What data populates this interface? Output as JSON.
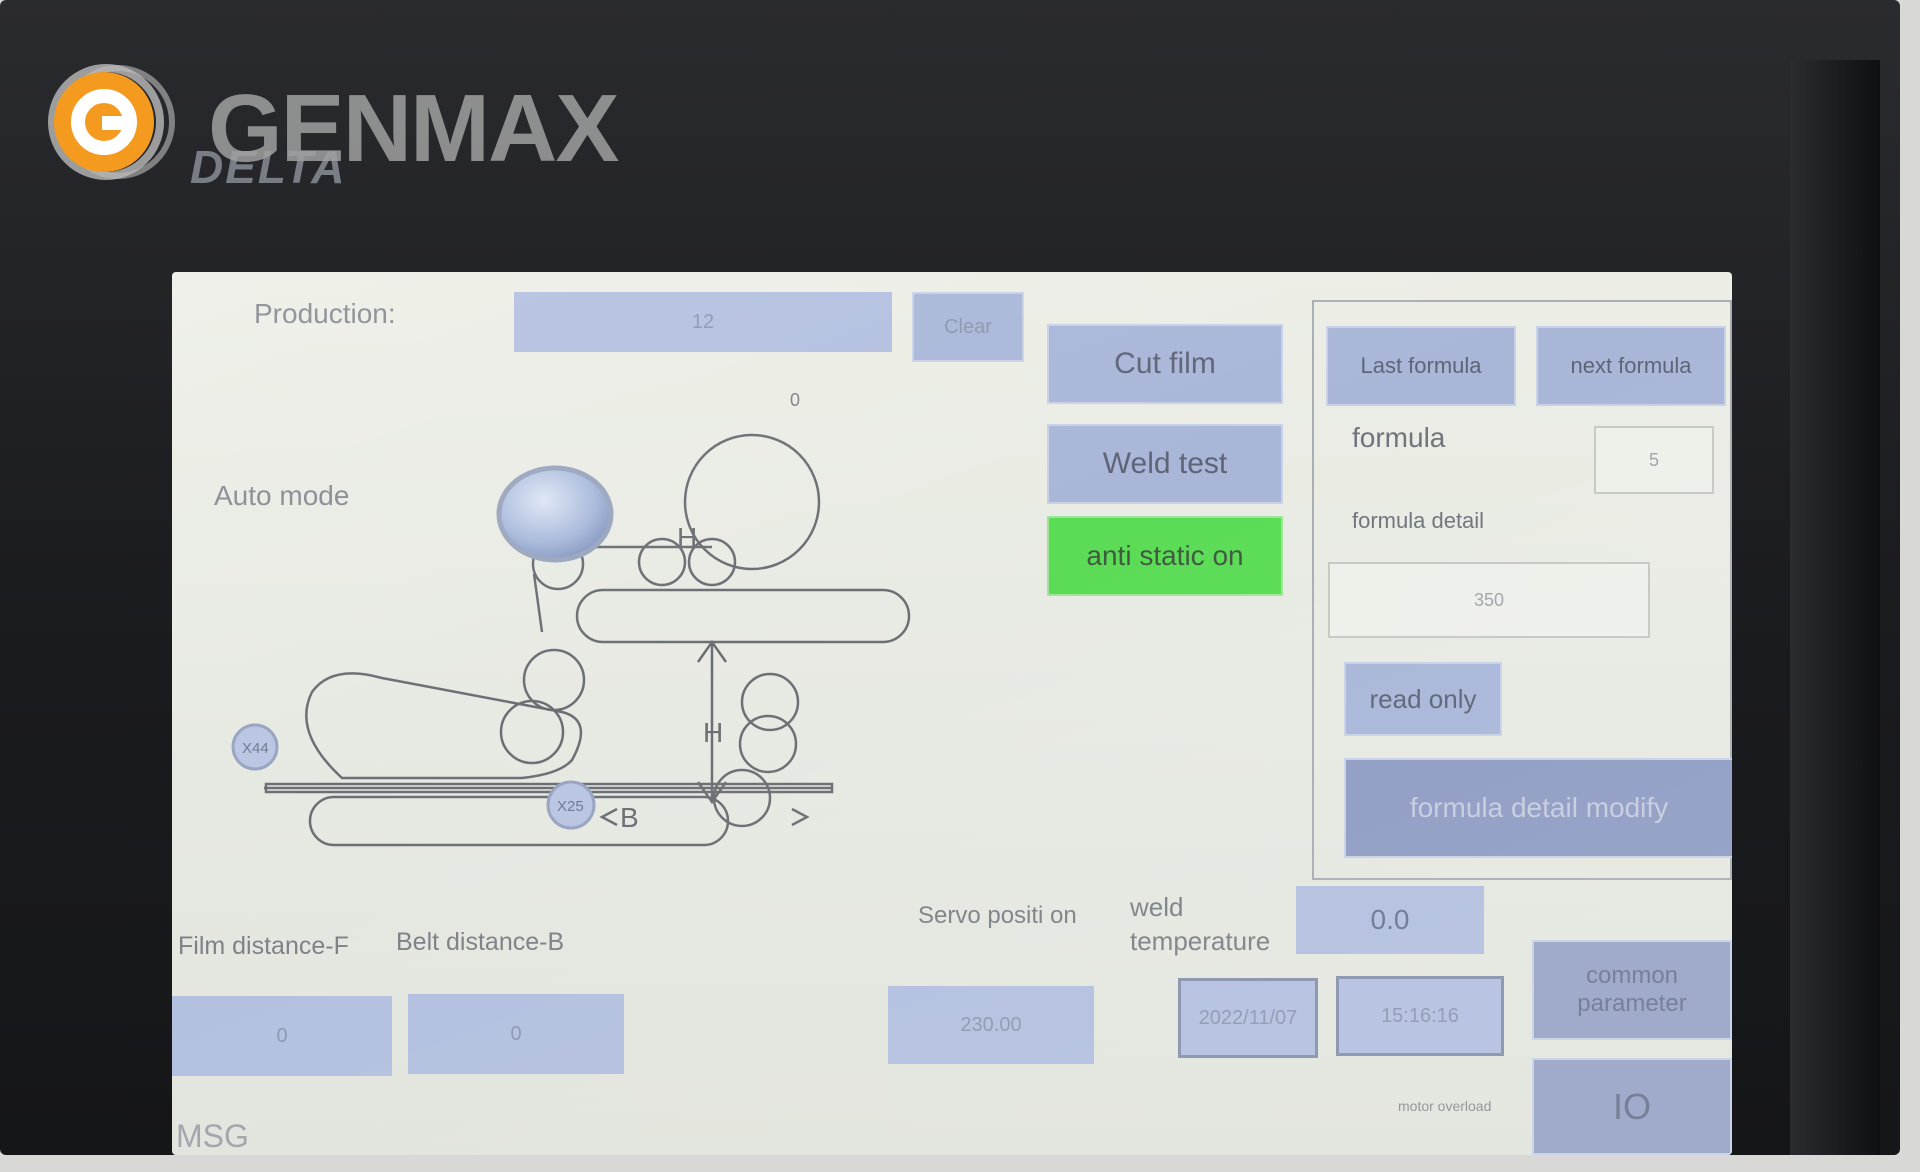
{
  "watermark": {
    "text": "GENMAX"
  },
  "hmi": {
    "brand": "DELTA",
    "production_label": "Production:",
    "production_value": "12",
    "clear_label": "Clear",
    "counter_value": "0",
    "auto_mode_label": "Auto mode",
    "buttons": {
      "cut_film": "Cut film",
      "weld_test": "Weld test",
      "anti_static": "anti static on",
      "last_formula": "Last formula",
      "next_formula": "next formula",
      "read_only": "read only",
      "formula_detail_modify": "formula detail modify",
      "common_parameter": "common parameter",
      "io": "IO"
    },
    "formula_label": "formula",
    "formula_value": "5",
    "formula_detail_label": "formula detail",
    "formula_detail_value": "350",
    "diagram": {
      "label_h_top": "H",
      "label_h_mid": "H",
      "label_b": "B",
      "sensor_x44": "X44",
      "sensor_x25": "X25"
    },
    "film_distance_label": "Film distance-F",
    "film_distance_value": "0",
    "belt_distance_label": "Belt distance-B",
    "belt_distance_value": "0",
    "servo_label": "Servo positi on",
    "servo_value": "230.00",
    "weld_temp_label": "weld temperature",
    "weld_temp_value": "0.0",
    "date": "2022/11/07",
    "time": "15:16:16",
    "alarm_text": "motor overload",
    "msg_label": "MSG",
    "colors": {
      "accent": "#b2bfdf",
      "active_green": "#5bdc55",
      "watermark_orange": "#f39a1f"
    }
  }
}
